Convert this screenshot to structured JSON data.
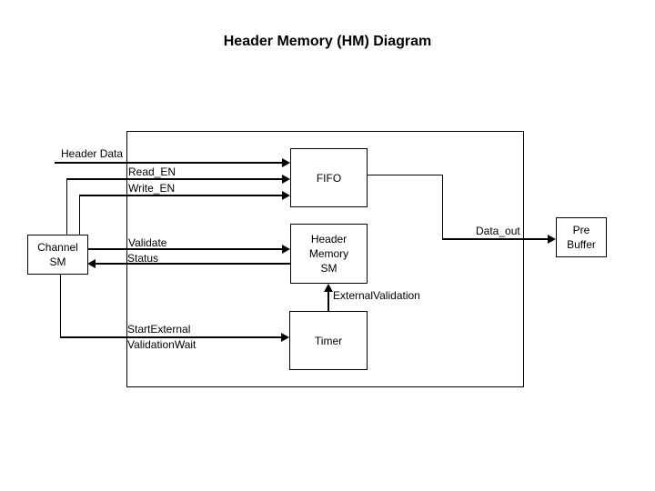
{
  "title": "Header Memory (HM) Diagram",
  "colors": {
    "ink": "#000000",
    "background": "#ffffff"
  },
  "blocks": {
    "channel_sm": {
      "line1": "Channel",
      "line2": "SM"
    },
    "fifo": {
      "label": "FIFO"
    },
    "header_memory_sm": {
      "line1": "Header",
      "line2": "Memory",
      "line3": "SM"
    },
    "timer": {
      "label": "Timer"
    },
    "pre_buffer": {
      "line1": "Pre",
      "line2": "Buffer"
    }
  },
  "signals": {
    "header_data": "Header Data",
    "read_en": "Read_EN",
    "write_en": "Write_EN",
    "validate": "Validate",
    "status": "Status",
    "data_out": "Data_out",
    "external_validation": "ExternalValidation",
    "start_external_line1": "StartExternal",
    "start_external_line2": "ValidationWait"
  }
}
